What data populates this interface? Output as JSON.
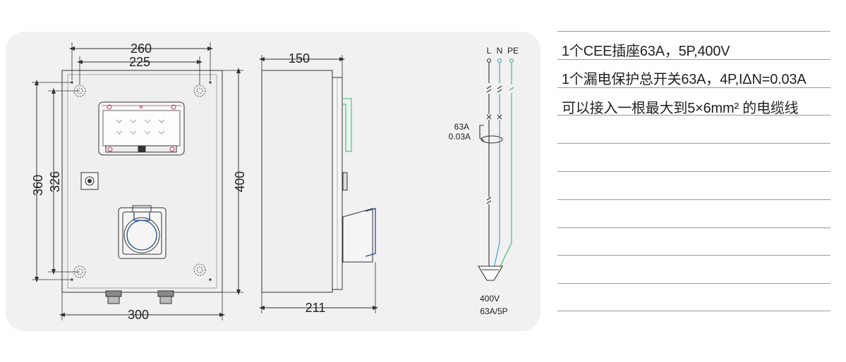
{
  "front_view": {
    "width_outer": "260",
    "width_inner": "225",
    "height_outer": "360",
    "height_inner": "326",
    "total_height": "400",
    "total_width": "300"
  },
  "side_view": {
    "depth_top": "150",
    "depth_bottom": "211"
  },
  "wiring": {
    "terminals": [
      "L",
      "N",
      "PE"
    ],
    "breaker_rating": "63A",
    "breaker_residual": "0.03A",
    "voltage": "400V",
    "socket_rating": "63A/5P"
  },
  "specs": [
    "1个CEE插座63A，5P,400V",
    "1个漏电保护总开关63A，4P,IΔN=0.03A",
    "可以接入一根最大到5×6mm² 的电缆线"
  ],
  "colors": {
    "panel_bg": "#f1f1f1",
    "line": "#333333",
    "neutral_wire": "#2e9fc8",
    "earth_wire": "#3cb371"
  }
}
